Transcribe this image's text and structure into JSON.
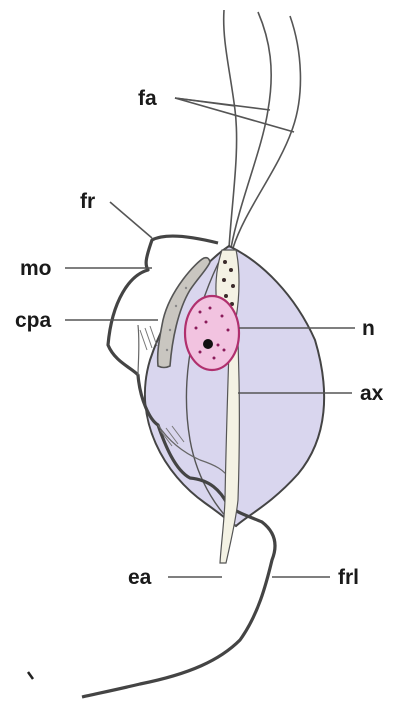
{
  "labels": {
    "fa": "fa",
    "fr": "fr",
    "mo": "mo",
    "cpa": "cpa",
    "n": "n",
    "ax": "ax",
    "ea": "ea",
    "frl": "frl"
  },
  "colors": {
    "body_fill": "#d9d6ee",
    "body_stroke": "#444444",
    "nucleus_fill": "#f2c3e0",
    "nucleus_stroke": "#b0306e",
    "axostyle_fill": "#f4f2e4",
    "line": "#555555"
  }
}
